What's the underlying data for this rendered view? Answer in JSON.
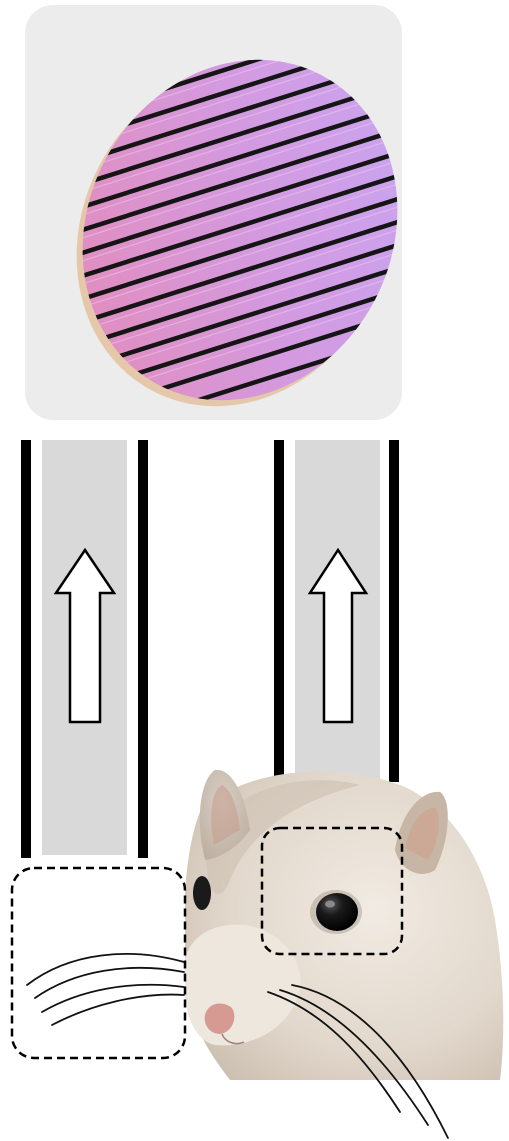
{
  "figure": {
    "colors": {
      "panel_bg": "#ececec",
      "channel_fill": "#d9d9d9",
      "wall": "#000000",
      "arrow_fill": "#ffffff",
      "disk_pink": "#d58ad8",
      "disk_violet": "#c9a0f2",
      "disk_rim": "#e7c9a8",
      "fur": "#e4dbd0",
      "fur_shadow": "#b8ab9c",
      "ear_inner": "#c99d8c",
      "nose": "#d89a90",
      "eye": "#111111"
    },
    "channels": [
      {
        "name": "left",
        "flow_direction": "up"
      },
      {
        "name": "right",
        "flow_direction": "up"
      }
    ],
    "regions": [
      {
        "name": "whisker-region",
        "border": "dashed",
        "contains": "whiskers"
      },
      {
        "name": "eye-region",
        "border": "dashed",
        "contains": "eye"
      }
    ]
  }
}
